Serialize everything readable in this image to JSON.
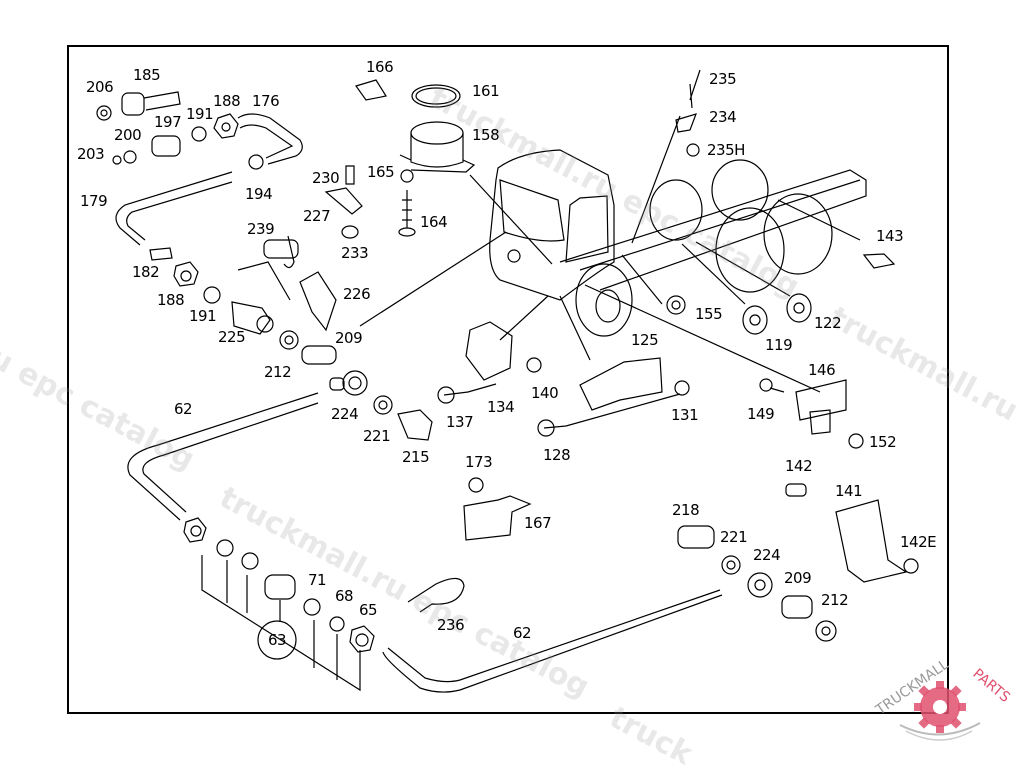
{
  "diagram": {
    "title": "Exploded parts view — truck cab, chassis frame and fuel/air line fittings",
    "group_callout": "63",
    "labels": {
      "l206": "206",
      "l185": "185",
      "l197": "197",
      "l191a": "191",
      "l188a": "188",
      "l176": "176",
      "l200": "200",
      "l203": "203",
      "l194": "194",
      "l179": "179",
      "l166": "166",
      "l161": "161",
      "l158": "158",
      "l165": "165",
      "l164": "164",
      "l230": "230",
      "l227": "227",
      "l233": "233",
      "l235": "235",
      "l234": "234",
      "l235h": "235H",
      "l143": "143",
      "l239": "239",
      "l182": "182",
      "l188b": "188",
      "l191b": "191",
      "l225": "225",
      "l226": "226",
      "l209a": "209",
      "l212a": "212",
      "l224a": "224",
      "l221a": "221",
      "l215": "215",
      "l62a": "62",
      "l155": "155",
      "l119": "119",
      "l122": "122",
      "l125": "125",
      "l134": "134",
      "l137": "137",
      "l140": "140",
      "l131": "131",
      "l128": "128",
      "l146": "146",
      "l149": "149",
      "l152": "152",
      "l173": "173",
      "l167": "167",
      "l142": "142",
      "l141": "141",
      "l142e": "142E",
      "l218": "218",
      "l221b": "221",
      "l224b": "224",
      "l209b": "209",
      "l212b": "212",
      "l71": "71",
      "l68": "68",
      "l65": "65",
      "l236": "236",
      "l62b": "62"
    }
  },
  "watermarks": [
    "u epc catalog",
    "truckmall.ru epc catalog",
    "truckmall.ru epc catalog",
    "truckmall.ru e",
    "truck"
  ],
  "logo": {
    "text_dark": "TRUCKMALL",
    "text_accent": "PARTS",
    "accent_color": "#e0506e",
    "dark_color": "#9a9a9a"
  }
}
